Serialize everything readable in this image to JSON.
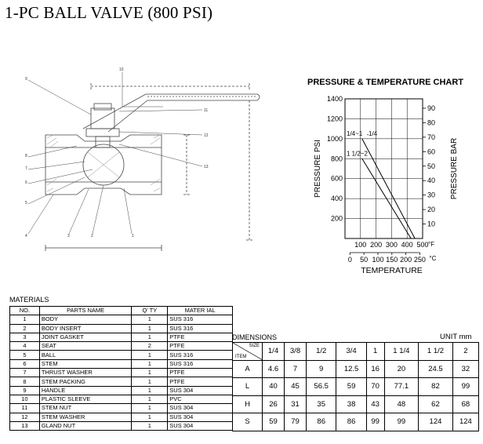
{
  "title": "1-PC BALL VALVE   (800 PSI)",
  "drawing": {
    "callouts": [
      "9",
      "8",
      "7",
      "6",
      "5",
      "4",
      "3",
      "2",
      "1",
      "10",
      "11",
      "12",
      "13"
    ]
  },
  "chart_data": {
    "type": "line",
    "title": "PRESSURE & TEMPERATURE CHART",
    "ylabel": "PRESSURE PSI",
    "y2label": "PRESSURE BAR",
    "xlabel": "TEMPERATURE",
    "ylim": [
      0,
      1400
    ],
    "yticks": [
      200,
      400,
      600,
      800,
      1000,
      1200,
      1400
    ],
    "y2lim": [
      0,
      96.5
    ],
    "y2ticks": [
      10,
      20,
      30,
      40,
      50,
      60,
      70,
      80,
      90
    ],
    "xlim_f": [
      0,
      500
    ],
    "xticks_f": [
      100,
      200,
      300,
      400,
      500
    ],
    "xunit_f": "°F",
    "xticks_c": [
      0,
      50,
      100,
      150,
      200,
      250
    ],
    "xunit_c": "°C",
    "grid": true,
    "series": [
      {
        "name": "1/4~1",
        "points": [
          [
            110,
            1000
          ],
          [
            450,
            0
          ]
        ]
      },
      {
        "name": "1/4",
        "points": [
          [
            110,
            1000
          ],
          [
            450,
            0
          ]
        ]
      },
      {
        "name": "1 1/2~2",
        "points": [
          [
            110,
            800
          ],
          [
            425,
            0
          ]
        ]
      }
    ]
  },
  "materials": {
    "heading": "MATERIALS",
    "columns": [
      "NO.",
      "PARTS NAME",
      "Q' TY",
      "MATER IAL"
    ],
    "rows": [
      [
        "1",
        "BODY",
        "1",
        "SUS 316"
      ],
      [
        "2",
        "BODY INSERT",
        "1",
        "SUS 316"
      ],
      [
        "3",
        "JOINT GASKET",
        "1",
        "PTFE"
      ],
      [
        "4",
        "SEAT",
        "2",
        "PTFE"
      ],
      [
        "5",
        "BALL",
        "1",
        "SUS 316"
      ],
      [
        "6",
        "STEM",
        "1",
        "SUS 316"
      ],
      [
        "7",
        "THRUST WASHER",
        "1",
        "PTFE"
      ],
      [
        "8",
        "STEM PACKING",
        "1",
        "PTFE"
      ],
      [
        "9",
        "HANDLE",
        "1",
        "SUS 304"
      ],
      [
        "10",
        "PLASTIC SLEEVE",
        "1",
        "PVC"
      ],
      [
        "11",
        "STEM NUT",
        "1",
        "SUS 304"
      ],
      [
        "12",
        "STEM WASHER",
        "1",
        "SUS 304"
      ],
      [
        "13",
        "GLAND NUT",
        "1",
        "SUS 304"
      ]
    ]
  },
  "dimensions": {
    "heading": "DIMENSIONS",
    "unit": "UNIT mm",
    "corner_size": "SIZE",
    "corner_item": "ITEM",
    "sizes": [
      "1/4",
      "3/8",
      "1/2",
      "3/4",
      "1",
      "1 1/4",
      "1 1/2",
      "2"
    ],
    "rows": [
      {
        "item": "A",
        "values": [
          "4.6",
          "7",
          "9",
          "12.5",
          "16",
          "20",
          "24.5",
          "32"
        ]
      },
      {
        "item": "L",
        "values": [
          "40",
          "45",
          "56.5",
          "59",
          "70",
          "77.1",
          "82",
          "99"
        ]
      },
      {
        "item": "H",
        "values": [
          "26",
          "31",
          "35",
          "38",
          "43",
          "48",
          "62",
          "68"
        ]
      },
      {
        "item": "S",
        "values": [
          "59",
          "79",
          "86",
          "86",
          "99",
          "99",
          "124",
          "124"
        ]
      }
    ]
  }
}
